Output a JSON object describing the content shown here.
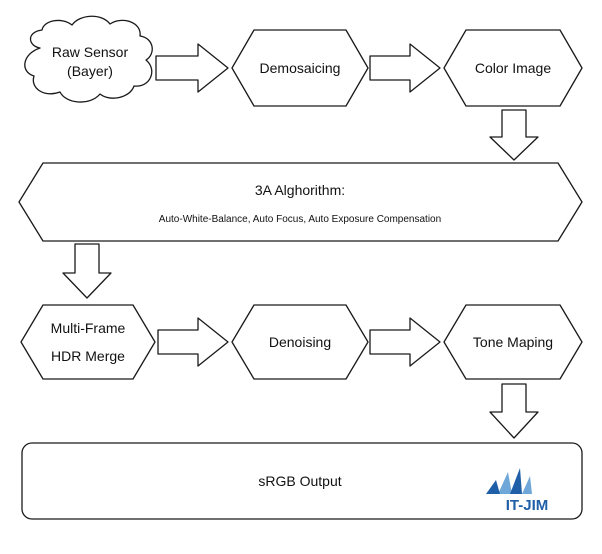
{
  "nodes": {
    "raw_sensor": {
      "line1": "Raw Sensor",
      "line2": "(Bayer)"
    },
    "demosaicing": {
      "label": "Demosaicing"
    },
    "color_image": {
      "label": "Color Image"
    },
    "algorithm": {
      "title": "3A Alghorithm:",
      "subtitle": "Auto-White-Balance, Auto Focus, Auto Exposure Compensation"
    },
    "hdr_merge": {
      "line1": "Multi-Frame",
      "line2": "HDR Merge"
    },
    "denoising": {
      "label": "Denoising"
    },
    "tone_mapping": {
      "label": "Tone Maping"
    },
    "srgb_output": {
      "label": "sRGB Output"
    }
  },
  "logo": {
    "text": "IT-JIM",
    "colors": {
      "primary": "#1f5fa8",
      "secondary": "#6fa8d8"
    }
  },
  "colors": {
    "stroke": "#1a1a1a",
    "fill": "#ffffff",
    "text": "#111111"
  }
}
